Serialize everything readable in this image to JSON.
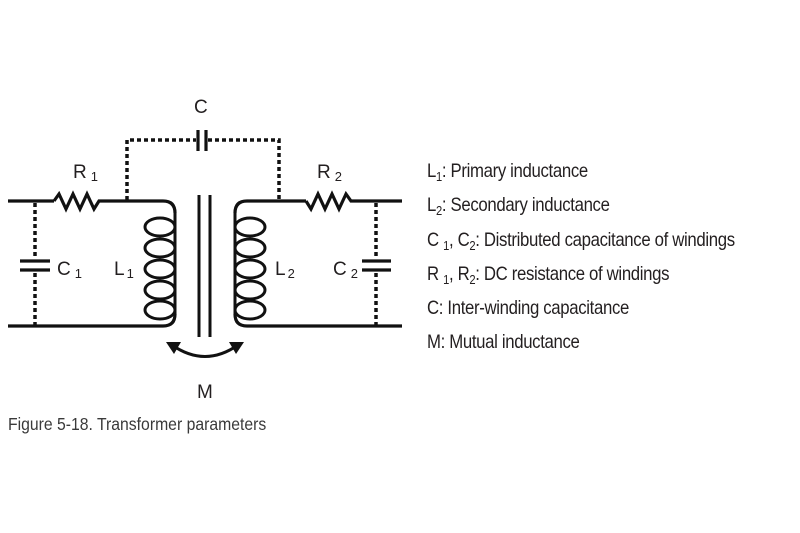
{
  "diagram": {
    "title": "Transformer equivalent circuit",
    "labels": {
      "C": "C",
      "R1_main": "R",
      "R1_sub": "1",
      "R2_main": "R",
      "R2_sub": "2",
      "C1_main": "C",
      "C1_sub": "1",
      "C2_main": "C",
      "C2_sub": "2",
      "L1_main": "L",
      "L1_sub": "1",
      "L2_main": "L",
      "L2_sub": "2",
      "M": "M"
    },
    "components": [
      {
        "id": "R1",
        "type": "resistor",
        "position": "primary top wire"
      },
      {
        "id": "R2",
        "type": "resistor",
        "position": "secondary top wire"
      },
      {
        "id": "C1",
        "type": "capacitor",
        "style": "dashed",
        "position": "across primary input"
      },
      {
        "id": "C2",
        "type": "capacitor",
        "style": "dashed",
        "position": "across secondary output"
      },
      {
        "id": "L1",
        "type": "inductor",
        "position": "primary winding"
      },
      {
        "id": "L2",
        "type": "inductor",
        "position": "secondary winding"
      },
      {
        "id": "C",
        "type": "capacitor",
        "style": "dashed",
        "position": "between windings (top)"
      },
      {
        "id": "M",
        "type": "mutual-coupling",
        "position": "between L1 and L2 (double arrow)"
      }
    ],
    "stroke_color": "#111111"
  },
  "legend": {
    "items": [
      {
        "main": "L",
        "sub": "1",
        "sep": "",
        "main2": "",
        "sub2": "",
        "text": ": Primary inductance"
      },
      {
        "main": "L",
        "sub": "2",
        "sep": "",
        "main2": "",
        "sub2": "",
        "text": ": Secondary inductance"
      },
      {
        "main": "C ",
        "sub": "1",
        "sep": ", ",
        "main2": "C",
        "sub2": "2",
        "text": ": Distributed capacitance of windings"
      },
      {
        "main": "R ",
        "sub": "1",
        "sep": ", ",
        "main2": "R",
        "sub2": "2",
        "text": ": DC resistance of windings"
      },
      {
        "main": "C",
        "sub": "",
        "sep": "",
        "main2": "",
        "sub2": "",
        "text": ": Inter-winding capacitance"
      },
      {
        "main": "M",
        "sub": "",
        "sep": "",
        "main2": "",
        "sub2": "",
        "text": ": Mutual inductance"
      }
    ]
  },
  "caption": "Figure 5-18. Transformer parameters"
}
